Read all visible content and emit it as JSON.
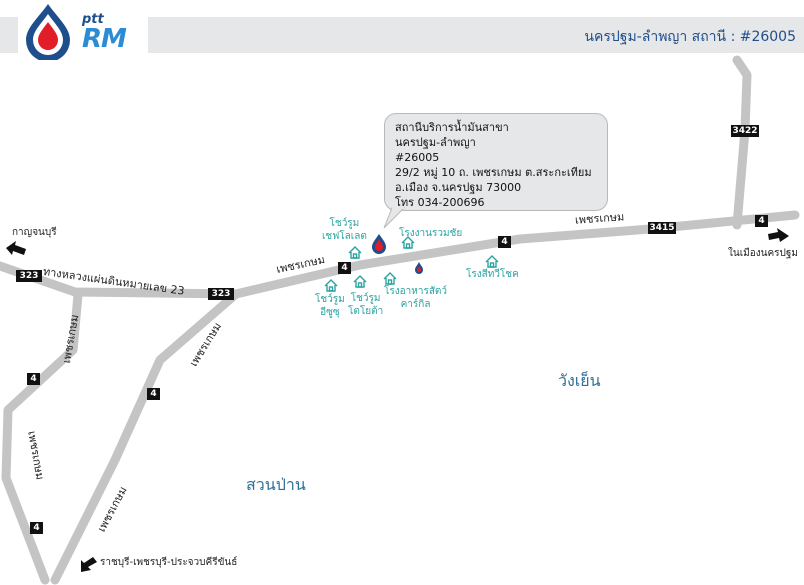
{
  "header": {
    "title": "นครปฐม-ลำพญา สถานี : #26005",
    "logo_ptt": "ptt",
    "logo_rm": "RM"
  },
  "callout": {
    "text": "สถานีบริการน้ำมันสาขา\nนครปฐม-ลำพญา\n#26005\n29/2 หมู่ 10 ถ. เพชรเกษม ต.สระกะเทียม\nอ.เมือง จ.นครปฐม 73000\nโทร 034-200696"
  },
  "roads": {
    "phetkasem_1": "เพชรเกษม",
    "phetkasem_2": "เพชรเกษม",
    "highway23": "ทางหลวงแผ่นดินหมายเลข 23",
    "phetkasem_v1": "เพชรเกษม",
    "phetkasem_v2": "เพชรเกษม",
    "phetkasem_v3": "เพชรเกษม",
    "phetkasem_v4": "เพชรเกษม"
  },
  "shields": {
    "s323_left": "323",
    "s323_mid": "323",
    "s4_main1": "4",
    "s4_main2": "4",
    "s4_right": "4",
    "s3415": "3415",
    "s3422": "3422",
    "s4_left1": "4",
    "s4_left2": "4",
    "s4_left3": "4"
  },
  "destinations": {
    "kanchanaburi": "กาญจนบุรี",
    "in_nakhon_pathom": "ในเมืองนครปฐม",
    "south": "ราชบุรี-เพชรบุรี-ประจวบคีรีขันธ์"
  },
  "pois": {
    "showroom_chevrolet": "โชว์รูม\nเชฟโลเลต",
    "warehouse": "โรงงานรวมชัย",
    "ricemill": "โรงสีทวีโชค",
    "showroom_isuzu": "โชว์รูม\nอีซูซุ",
    "showroom_toyota": "โชว์รูม\nโตโยต้า",
    "feedmill": "โรงอาหารสัตว์\nคาร์กิล"
  },
  "areas": {
    "wang_yen": "วังเย็น",
    "suan_pan": "สวนป่าน"
  },
  "colors": {
    "road": "#c4c4c4",
    "poi": "#2aa3a0",
    "accent_blue": "#1f4e8c",
    "accent_red": "#e21d2a"
  }
}
